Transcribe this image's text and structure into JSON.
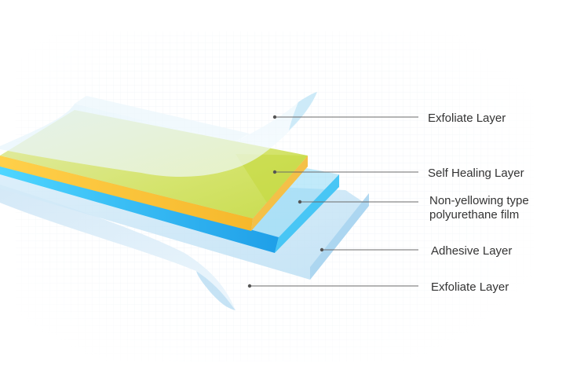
{
  "layers": [
    {
      "id": "exfoliate-top",
      "label_lines": [
        "Exfoliate Layer"
      ]
    },
    {
      "id": "self-healing",
      "label_lines": [
        "Self Healing Layer"
      ]
    },
    {
      "id": "non-yellowing",
      "label_lines": [
        "Non-yellowing type",
        "polyurethane film"
      ]
    },
    {
      "id": "adhesive",
      "label_lines": [
        "Adhesive Layer"
      ]
    },
    {
      "id": "exfoliate-bottom",
      "label_lines": [
        "Exfoliate Layer"
      ]
    }
  ],
  "colors": {
    "self_healing_edge": "#f9c33d",
    "polyurethane_edge": "#2fb7f2",
    "polyurethane_face": "#cfe36a",
    "adhesive_face": "#cfe8f7",
    "exfoliate_film": "#d9eefa",
    "leader_line": "#6b6b6b",
    "label_text": "#333333"
  }
}
